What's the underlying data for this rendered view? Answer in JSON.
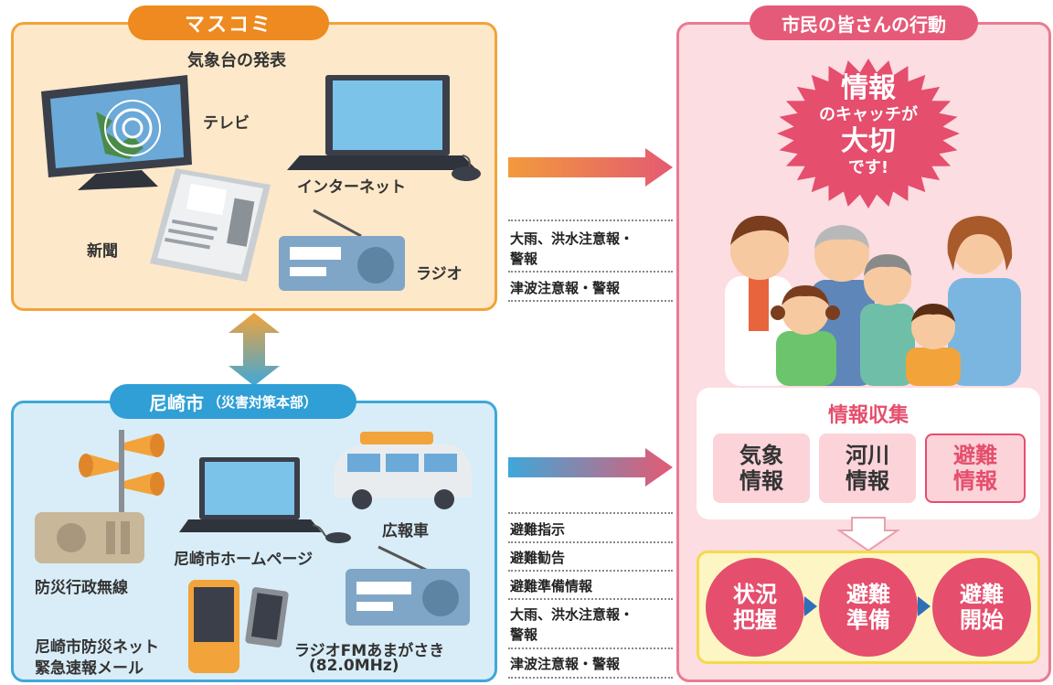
{
  "media": {
    "title": "マスコミ",
    "subtitle": "気象台の発表",
    "items": {
      "tv": "テレビ",
      "internet": "インターネット",
      "newspaper": "新聞",
      "radio": "ラジオ"
    }
  },
  "media_notices": [
    "大雨、洪水注意報・",
    "警報",
    "津波注意報・警報"
  ],
  "city": {
    "title": "尼崎市",
    "title_sub": "（災害対策本部）",
    "items": {
      "wireless": "防災行政無線",
      "homepage": "尼崎市ホームページ",
      "car": "広報車",
      "mail_line1": "尼崎市防災ネット",
      "mail_line2": "緊急速報メール",
      "fm_line1": "ラジオFMあまがさき",
      "fm_line2": "(82.0MHz)"
    }
  },
  "city_notices": [
    "避難指示",
    "避難勧告",
    "避難準備情報",
    "大雨、洪水注意報・",
    "警報",
    "津波注意報・警報"
  ],
  "citizen": {
    "title": "市民の皆さんの行動",
    "burst": {
      "line1": "情報",
      "line2": "のキャッチが",
      "line3": "大切",
      "line4": "です!"
    },
    "info_title": "情報収集",
    "info_boxes": [
      {
        "line1": "気象",
        "line2": "情報"
      },
      {
        "line1": "河川",
        "line2": "情報"
      },
      {
        "line1": "避難",
        "line2": "情報"
      }
    ],
    "steps": [
      {
        "line1": "状況",
        "line2": "把握"
      },
      {
        "line1": "避難",
        "line2": "準備"
      },
      {
        "line1": "避難",
        "line2": "開始"
      }
    ]
  },
  "colors": {
    "media": "#f2a33a",
    "city": "#3fa7d9",
    "citizen": "#ea7b91",
    "accent": "#e54e6d"
  }
}
